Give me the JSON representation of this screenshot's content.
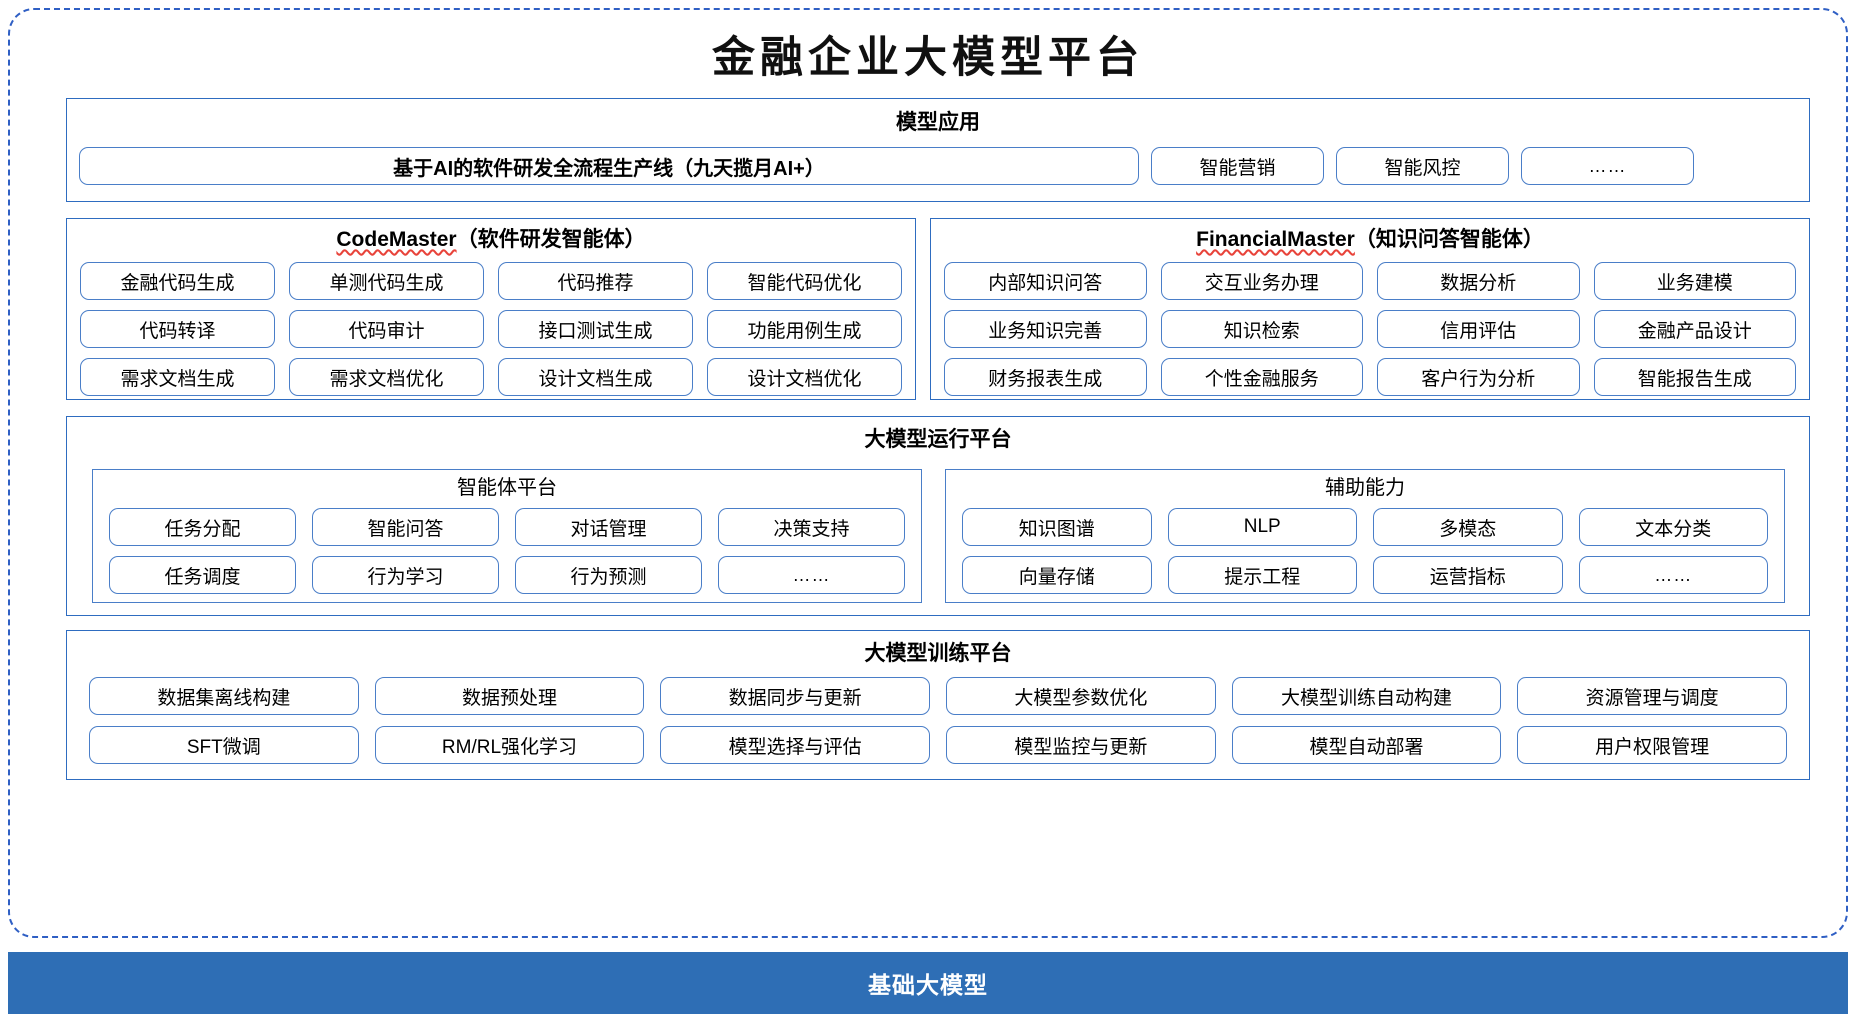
{
  "page": {
    "title": "金融企业大模型平台",
    "accent_blue": "#2E6CC0",
    "chip_border": "#4A7EC8",
    "base_bar_bg": "#2E6EB5",
    "dashed_border": "#2F5FC4"
  },
  "model_application": {
    "title": "模型应用",
    "banner": "基于AI的软件研发全流程生产线（九天揽月AI+）",
    "items": [
      "智能营销",
      "智能风控",
      "……"
    ]
  },
  "code_master": {
    "title_en": "CodeMaster",
    "title_cn": "（软件研发智能体）",
    "items": [
      "金融代码生成",
      "单测代码生成",
      "代码推荐",
      "智能代码优化",
      "代码转译",
      "代码审计",
      "接口测试生成",
      "功能用例生成",
      "需求文档生成",
      "需求文档优化",
      "设计文档生成",
      "设计文档优化"
    ]
  },
  "financial_master": {
    "title_en": "FinancialMaster",
    "title_cn": "（知识问答智能体）",
    "items": [
      "内部知识问答",
      "交互业务办理",
      "数据分析",
      "业务建模",
      "业务知识完善",
      "知识检索",
      "信用评估",
      "金融产品设计",
      "财务报表生成",
      "个性金融服务",
      "客户行为分析",
      "智能报告生成"
    ]
  },
  "runtime_platform": {
    "title": "大模型运行平台",
    "agent_platform": {
      "title": "智能体平台",
      "items": [
        "任务分配",
        "智能问答",
        "对话管理",
        "决策支持",
        "任务调度",
        "行为学习",
        "行为预测",
        "……"
      ]
    },
    "auxiliary": {
      "title": "辅助能力",
      "items": [
        "知识图谱",
        "NLP",
        "多模态",
        "文本分类",
        "向量存储",
        "提示工程",
        "运营指标",
        "……"
      ]
    }
  },
  "training_platform": {
    "title": "大模型训练平台",
    "items": [
      "数据集离线构建",
      "数据预处理",
      "数据同步与更新",
      "大模型参数优化",
      "大模型训练自动构建",
      "资源管理与调度",
      "SFT微调",
      "RM/RL强化学习",
      "模型选择与评估",
      "模型监控与更新",
      "模型自动部署",
      "用户权限管理"
    ]
  },
  "base_model_bar": {
    "label": "基础大模型"
  }
}
